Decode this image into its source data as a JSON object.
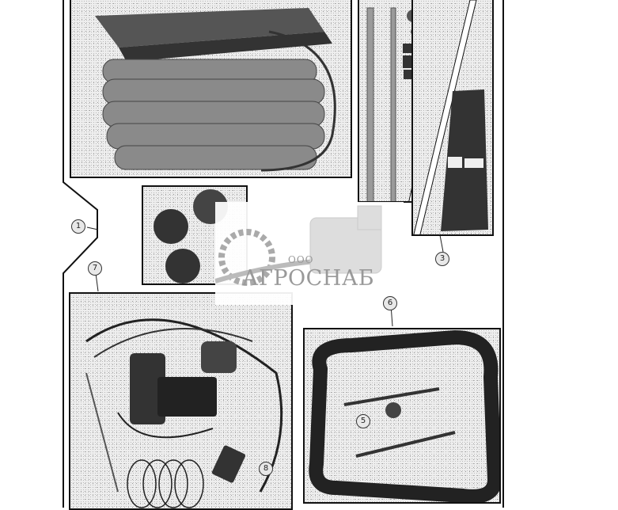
{
  "diagram": {
    "description": "Parts catalog illustration: seat air suspension kit components",
    "callouts": [
      {
        "id": "callout-1",
        "label": "1"
      },
      {
        "id": "callout-3",
        "label": "3"
      },
      {
        "id": "callout-5",
        "label": "5"
      },
      {
        "id": "callout-6",
        "label": "6"
      },
      {
        "id": "callout-7",
        "label": "7"
      },
      {
        "id": "callout-8",
        "label": "8"
      }
    ],
    "panels": [
      {
        "id": "air-suspension-unit",
        "part": "1"
      },
      {
        "id": "rods-and-hardware",
        "part": ""
      },
      {
        "id": "straps",
        "part": "3"
      },
      {
        "id": "bump-stops",
        "part": ""
      },
      {
        "id": "compressor-wiring-kit",
        "part": "7"
      },
      {
        "id": "bellows-cover",
        "part": "6"
      }
    ]
  },
  "watermark": {
    "prefix": "ООО",
    "brand": "АГРОСНАБ"
  }
}
